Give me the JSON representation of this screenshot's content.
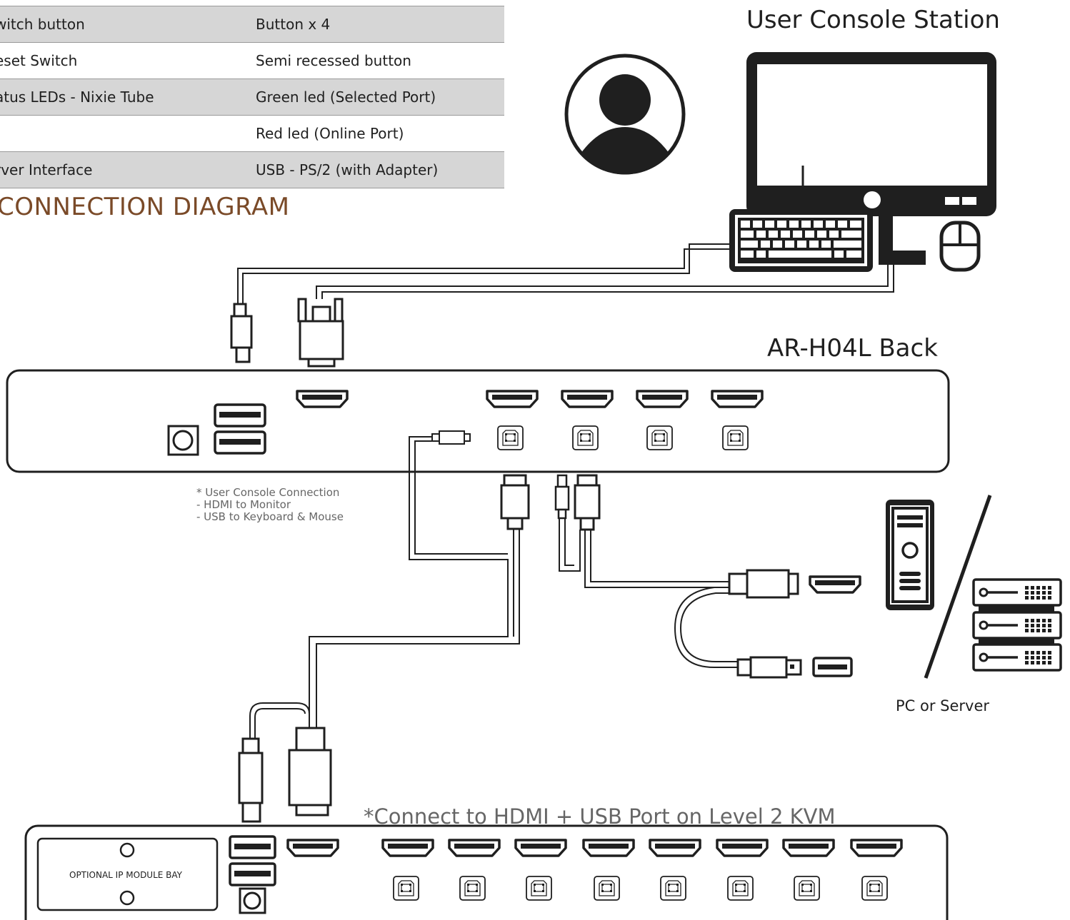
{
  "spec_table": [
    {
      "feature": "witch button",
      "value": "Button x 4",
      "shaded": true
    },
    {
      "feature": "eset Switch",
      "value": "Semi recessed button",
      "shaded": false
    },
    {
      "feature": "atus LEDs - Nixie Tube",
      "value": "Green led (Selected Port)",
      "shaded": true
    },
    {
      "feature": "",
      "value": "Red led (Online Port)",
      "shaded": false
    },
    {
      "feature": "rver Interface",
      "value": "USB - PS/2 (with Adapter)",
      "shaded": true
    }
  ],
  "section_heading": "CONNECTION DIAGRAM",
  "console_station": {
    "title": "User Console Station"
  },
  "kvm_back": {
    "title": "AR-H04L Back"
  },
  "console_note": {
    "lines": [
      "* User Console Connection",
      "- HDMI to Monitor",
      "- USB to Keyboard & Mouse"
    ]
  },
  "pc_label": "PC or Server",
  "level2_note": "*Connect to HDMI + USB Port on Level 2 KVM",
  "ip_module_bay_label": "OPTIONAL IP MODULE BAY",
  "colors": {
    "heading": "#7a4a28",
    "table_shade": "#d6d6d6",
    "note_grey": "#666666",
    "line": "#1f1f1f"
  }
}
